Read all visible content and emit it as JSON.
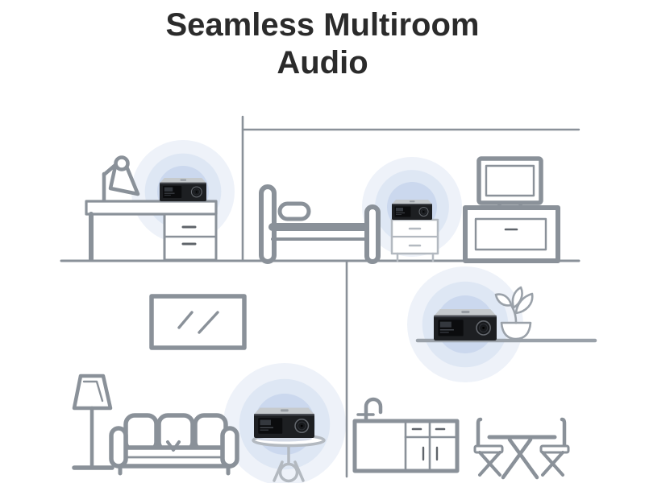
{
  "title": {
    "line1": "Seamless Multiroom",
    "line2": "Audio"
  },
  "colors": {
    "background": "#ffffff",
    "title_text": "#2b2b2b",
    "line_gray": "#8a9199",
    "line_gray_mid": "#9aa1a9",
    "line_gray_light": "#b3b9c0",
    "handle_gray": "#5f646a",
    "wave_outer": "#eef2f9",
    "wave_mid": "#dee7f4",
    "wave_inner": "#cbd8ee",
    "device_body": "#1d1f22",
    "device_top": "#c6cacd",
    "device_screen": "#0b0c0e",
    "device_knob_ring": "#63676d"
  },
  "scene": {
    "rooms": [
      {
        "name": "office",
        "items": [
          "sound-waves",
          "desk",
          "desk-lamp",
          "wireless-speaker"
        ]
      },
      {
        "name": "bedroom",
        "items": [
          "sound-waves",
          "bed",
          "pillow",
          "nightstand",
          "wireless-speaker",
          "tv",
          "tv-console"
        ]
      },
      {
        "name": "living-room",
        "items": [
          "sound-waves",
          "wall-mirror",
          "floor-lamp",
          "sofa",
          "side-table",
          "wireless-speaker"
        ]
      },
      {
        "name": "kitchen",
        "items": [
          "sound-waves",
          "wall-shelf",
          "wireless-speaker",
          "potted-plant",
          "kitchen-counter",
          "faucet",
          "bistro-table",
          "folding-chair",
          "folding-chair"
        ]
      }
    ],
    "device": {
      "name": "wireless-speaker",
      "parts": [
        "display-screen",
        "volume-knob",
        "logo-badge"
      ]
    }
  }
}
